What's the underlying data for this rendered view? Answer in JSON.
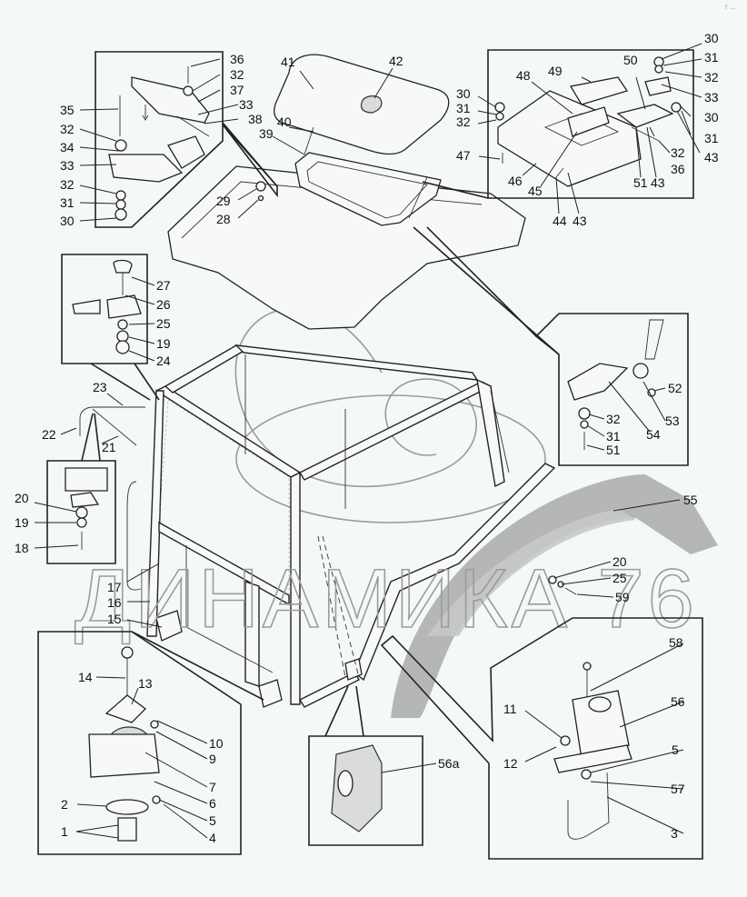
{
  "diagram": {
    "title": "Tractor cab assembly — exploded parts view",
    "watermark": "ДИНАМИКА 76",
    "corner_mark": "r ..."
  },
  "callouts": {
    "top_left_hinge": [
      "36",
      "32",
      "37",
      "33",
      "38",
      "35",
      "32",
      "34",
      "33",
      "32",
      "31",
      "30"
    ],
    "roof": [
      "41",
      "42",
      "40",
      "39",
      "29",
      "28"
    ],
    "top_right_bracket": [
      "30",
      "31",
      "32",
      "33",
      "30",
      "31",
      "43",
      "50",
      "49",
      "48",
      "30",
      "31",
      "32",
      "47",
      "46",
      "45",
      "44",
      "43",
      "51",
      "43",
      "36",
      "32"
    ],
    "mirror_mount_upper": [
      "27",
      "26",
      "25",
      "19",
      "24"
    ],
    "mirror_arm": [
      "23",
      "22",
      "21"
    ],
    "mirror_mount_lower": [
      "20",
      "19",
      "18"
    ],
    "strut_mount": [
      "52",
      "32",
      "53",
      "31",
      "54",
      "51"
    ],
    "fender": [
      "55",
      "20",
      "25",
      "59"
    ],
    "frame_left": [
      "17",
      "16",
      "15"
    ],
    "damper_mount": [
      "14",
      "13",
      "10",
      "9",
      "7",
      "6",
      "2",
      "5",
      "1",
      "4"
    ],
    "bracket_variant": [
      "56a"
    ],
    "rear_mount": [
      "58",
      "56",
      "11",
      "5",
      "12",
      "57",
      "3"
    ]
  }
}
